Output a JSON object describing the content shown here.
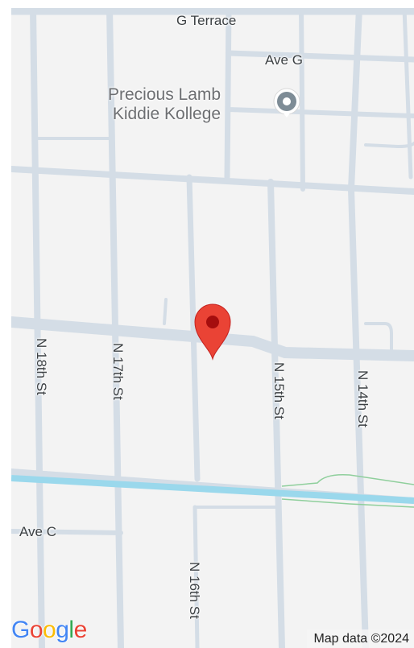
{
  "map": {
    "streets": {
      "g_terrace": "G Terrace",
      "ave_g": "Ave G",
      "n_18th": "N 18th St",
      "n_17th": "N 17th St",
      "n_15th": "N 15th St",
      "n_14th": "N 14th St",
      "n_16th": "N 16th St",
      "ave_c": "Ave C"
    },
    "poi": {
      "line1": "Precious Lamb",
      "line2": "Kiddie Kollege",
      "icon": "school-place-icon"
    },
    "marker": {
      "icon": "red-location-pin-icon",
      "color": "#ea4335"
    },
    "colors": {
      "background": "#f3f3f3",
      "road": "#d4dde6",
      "water": "#9ad8ec",
      "trail": "#8fcf9c"
    }
  },
  "branding": {
    "logo_letters": [
      "G",
      "o",
      "o",
      "g",
      "l",
      "e"
    ],
    "logo_colors": [
      "#4285f4",
      "#ea4335",
      "#fbbc05",
      "#4285f4",
      "#34a853",
      "#ea4335"
    ]
  },
  "attribution": {
    "text": "Map data ©2024"
  }
}
